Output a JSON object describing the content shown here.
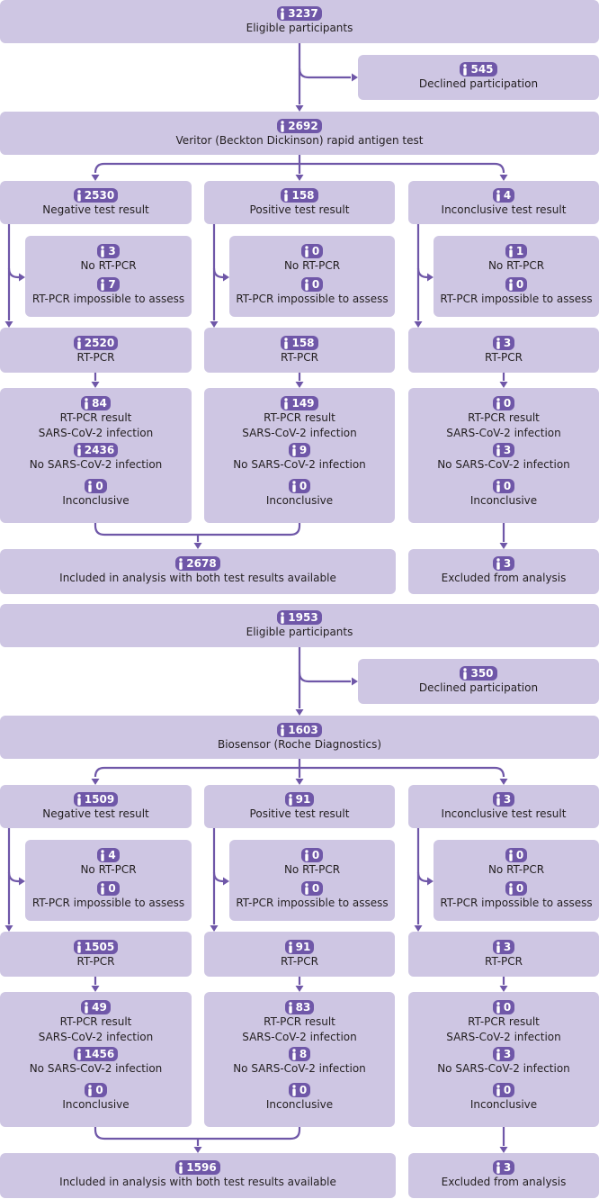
{
  "diagram": {
    "colors": {
      "box": "#cec6e3",
      "accent": "#6f57a8",
      "text": "#231f20"
    },
    "labels": {
      "eligible": "Eligible participants",
      "declined": "Declined participation",
      "negative": "Negative test result",
      "positive": "Positive test result",
      "inconclusive_test": "Inconclusive test result",
      "no_rtpcr": "No RT-PCR",
      "rtpcr_impossible": "RT-PCR impossible to assess",
      "rtpcr": "RT-PCR",
      "rtpcr_result": "RT-PCR result",
      "sars_infection": "SARS-CoV-2 infection",
      "no_sars_infection": "No SARS-CoV-2 infection",
      "inconclusive": "Inconclusive",
      "included": "Included in analysis with both test results available",
      "excluded": "Excluded from analysis"
    },
    "flows": [
      {
        "eligible_n": "3237",
        "declined_n": "545",
        "test_n": "2692",
        "test_name": "Veritor (Beckton Dickinson) rapid antigen test",
        "negative": {
          "n": "2530",
          "no_rtpcr": "3",
          "impossible": "7",
          "rtpcr": "2520",
          "sars": "84",
          "no_sars": "2436",
          "inconclusive": "0"
        },
        "positive": {
          "n": "158",
          "no_rtpcr": "0",
          "impossible": "0",
          "rtpcr": "158",
          "sars": "149",
          "no_sars": "9",
          "inconclusive": "0"
        },
        "inconclusive": {
          "n": "4",
          "no_rtpcr": "1",
          "impossible": "0",
          "rtpcr": "3",
          "sars": "0",
          "no_sars": "3",
          "inconclusive": "0"
        },
        "included_n": "2678",
        "excluded_n": "3"
      },
      {
        "eligible_n": "1953",
        "declined_n": "350",
        "test_n": "1603",
        "test_name": "Biosensor (Roche Diagnostics)",
        "negative": {
          "n": "1509",
          "no_rtpcr": "4",
          "impossible": "0",
          "rtpcr": "1505",
          "sars": "49",
          "no_sars": "1456",
          "inconclusive": "0"
        },
        "positive": {
          "n": "91",
          "no_rtpcr": "0",
          "impossible": "0",
          "rtpcr": "91",
          "sars": "83",
          "no_sars": "8",
          "inconclusive": "0"
        },
        "inconclusive": {
          "n": "3",
          "no_rtpcr": "0",
          "impossible": "0",
          "rtpcr": "3",
          "sars": "0",
          "no_sars": "3",
          "inconclusive": "0"
        },
        "included_n": "1596",
        "excluded_n": "3"
      }
    ]
  }
}
